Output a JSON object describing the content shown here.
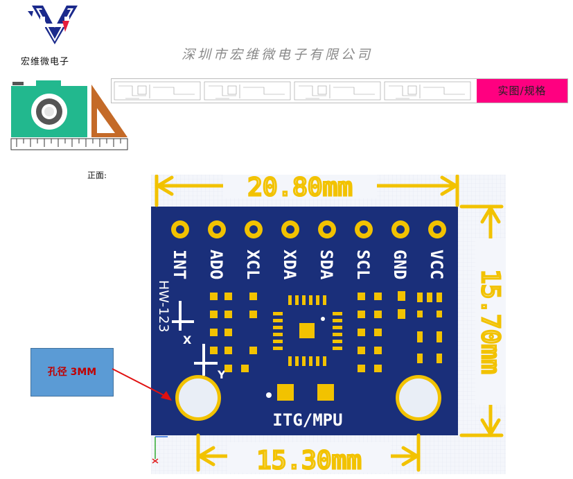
{
  "header": {
    "logo_text": "宏维微电子",
    "company_name": "深圳市宏维微电子有限公司"
  },
  "banner": {
    "label": "实图/规格",
    "accent_color": "#ff0080"
  },
  "section": {
    "front_label": "正面:"
  },
  "board": {
    "pin_labels": [
      "INT",
      "ADO",
      "XCL",
      "XDA",
      "SDA",
      "SCL",
      "GND",
      "VCC"
    ],
    "model_label": "HW-123",
    "chip_label": "ITG/MPU",
    "axis_x": "X",
    "axis_y": "Y",
    "board_color": "#1a2f7a",
    "gold_color": "#f2c200"
  },
  "dimensions": {
    "width_label": "20.80mm",
    "height_label": "15.70mm",
    "hole_spacing_label": "15.30mm",
    "color": "#f2c200"
  },
  "callout": {
    "text": "孔径 3MM"
  },
  "icons": {
    "logo": "hv-logo-icon",
    "camera": "camera-icon",
    "ruler": "ruler-icon",
    "triangle": "set-square-icon"
  }
}
